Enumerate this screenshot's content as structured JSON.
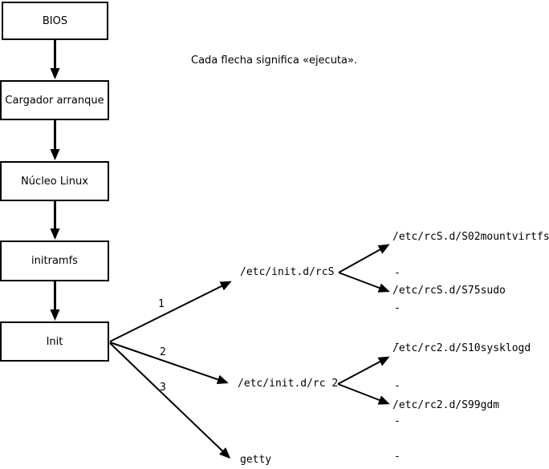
{
  "diagram": {
    "caption": "Cada flecha significa «ejecuta».",
    "chain": [
      {
        "id": "bios",
        "label": "BIOS"
      },
      {
        "id": "bootloader",
        "label": "Cargador arranque"
      },
      {
        "id": "kernel",
        "label": "Núcleo Linux"
      },
      {
        "id": "initramfs",
        "label": "initramfs"
      },
      {
        "id": "init",
        "label": "Init"
      }
    ],
    "branches": [
      {
        "number": "1",
        "target": "/etc/init.d/rcS",
        "first_script": "/etc/rcS.d/S02mountvirtfs",
        "last_script": "/etc/rcS.d/S75sudo"
      },
      {
        "number": "2",
        "target": "/etc/init.d/rc 2",
        "first_script": "/etc/rc2.d/S10sysklogd",
        "last_script": "/etc/rc2.d/S99gdm"
      },
      {
        "number": "3",
        "target": "getty"
      }
    ],
    "ellipsis_char": "-",
    "colors": {
      "ink": "#000000",
      "background": "#ffffff"
    }
  }
}
